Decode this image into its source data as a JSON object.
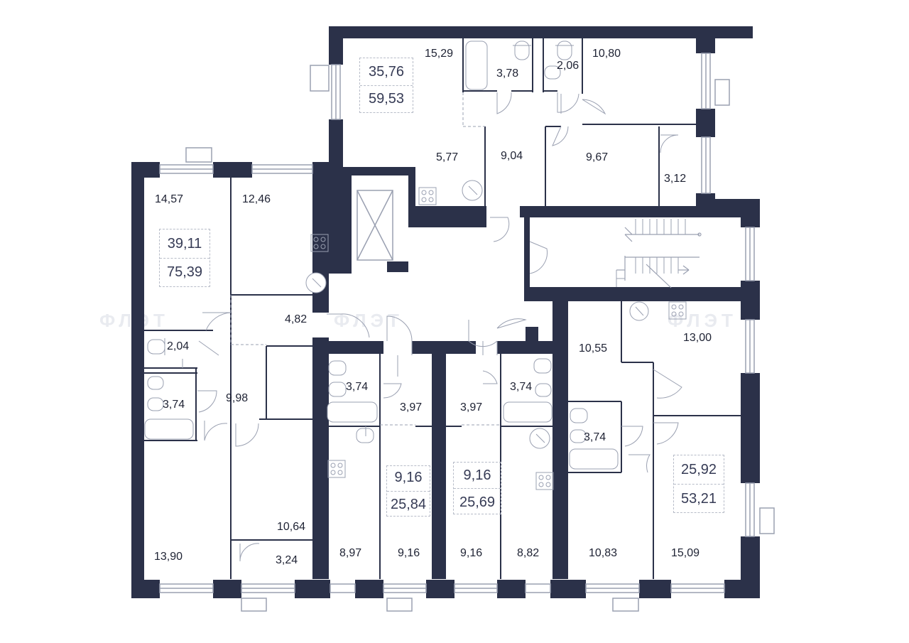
{
  "watermark": "ФЛЭТ",
  "colors": {
    "wall": "#2b3149",
    "line": "#9aa0b1",
    "text": "#1e2233",
    "summary_text": "#363b55",
    "watermark": "#e9ebf0"
  },
  "apartments": [
    {
      "id": "apt-top-center",
      "living": "35,76",
      "total": "59,53"
    },
    {
      "id": "apt-left",
      "living": "39,11",
      "total": "75,39"
    },
    {
      "id": "apt-studio-a",
      "living": "9,16",
      "total": "25,84"
    },
    {
      "id": "apt-studio-b",
      "living": "9,16",
      "total": "25,69"
    },
    {
      "id": "apt-right",
      "living": "25,92",
      "total": "53,21"
    }
  ],
  "rooms": [
    "15,29",
    "3,78",
    "2,06",
    "10,80",
    "5,77",
    "9,04",
    "9,67",
    "3,12",
    "14,57",
    "12,46",
    "4,82",
    "2,04",
    "3,74",
    "9,98",
    "10,64",
    "3,24",
    "13,90",
    "3,74",
    "3,97",
    "3,97",
    "3,74",
    "8,97",
    "9,16",
    "9,16",
    "8,82",
    "10,55",
    "13,00",
    "3,74",
    "10,83",
    "15,09"
  ],
  "icons": [
    "elevator-icon",
    "stairs-icon",
    "stove-icon",
    "toilet-icon",
    "bathtub-icon",
    "sink-icon",
    "door-swing-icon",
    "window-icon"
  ]
}
